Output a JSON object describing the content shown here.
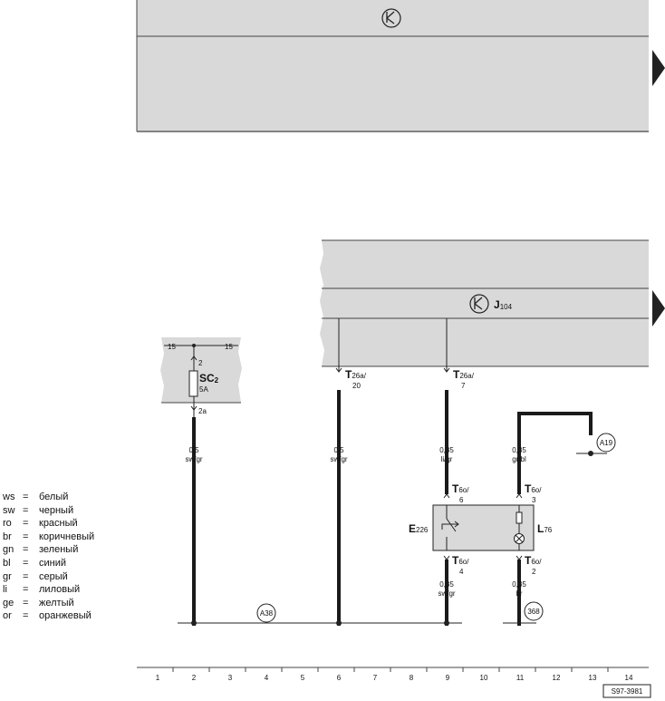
{
  "colors": {
    "panel": "#d9d9d9",
    "wire": "#1a1a1a",
    "line": "#444444"
  },
  "upper_unit": {
    "icon": "instrument-cluster-icon"
  },
  "lower_unit": {
    "icon": "instrument-cluster-icon",
    "label": "J",
    "label_sub": "104"
  },
  "fuse": {
    "bus_left": "15",
    "bus_right": "15",
    "pin_top": "2",
    "name": "SC",
    "name_sub": "2",
    "rating": "5A",
    "pin_bottom": "2a"
  },
  "connectors": [
    {
      "id": "t26a-20",
      "main": "T",
      "sub": "26a/",
      "pin": "20"
    },
    {
      "id": "t26a-7",
      "main": "T",
      "sub": "26a/",
      "pin": "7"
    },
    {
      "id": "t6o-6",
      "main": "T",
      "sub": "6o/",
      "pin": "6"
    },
    {
      "id": "t6o-3",
      "main": "T",
      "sub": "6o/",
      "pin": "3"
    },
    {
      "id": "t6o-4",
      "main": "T",
      "sub": "6o/",
      "pin": "4"
    },
    {
      "id": "t6o-2",
      "main": "T",
      "sub": "6o/",
      "pin": "2"
    }
  ],
  "wires": [
    {
      "id": "w1",
      "size": "0,5",
      "color": "sw/gr"
    },
    {
      "id": "w2",
      "size": "0,5",
      "color": "sw/gr"
    },
    {
      "id": "w3",
      "size": "0,35",
      "color": "li/gr"
    },
    {
      "id": "w4",
      "size": "0,35",
      "color": "gr/bl"
    },
    {
      "id": "w5",
      "size": "0,35",
      "color": "sw/gr"
    },
    {
      "id": "w6",
      "size": "0,35",
      "color": "br"
    }
  ],
  "components": {
    "e226": {
      "main": "E",
      "sub": "226"
    },
    "l76": {
      "main": "L",
      "sub": "76"
    }
  },
  "points": {
    "a38": "A38",
    "a19": "A19",
    "p368": "368"
  },
  "legend": [
    {
      "code": "ws",
      "eq": "=",
      "text": "белый"
    },
    {
      "code": "sw",
      "eq": "=",
      "text": "черный"
    },
    {
      "code": "ro",
      "eq": "=",
      "text": "красный"
    },
    {
      "code": "br",
      "eq": "=",
      "text": "коричневый"
    },
    {
      "code": "gn",
      "eq": "=",
      "text": "зеленый"
    },
    {
      "code": "bl",
      "eq": "=",
      "text": "синий"
    },
    {
      "code": "gr",
      "eq": "=",
      "text": "серый"
    },
    {
      "code": "li",
      "eq": "=",
      "text": "лиловый"
    },
    {
      "code": "ge",
      "eq": "=",
      "text": "желтый"
    },
    {
      "code": "or",
      "eq": "=",
      "text": "оранжевый"
    }
  ],
  "ruler": [
    "1",
    "2",
    "3",
    "4",
    "5",
    "6",
    "7",
    "8",
    "9",
    "10",
    "11",
    "12",
    "13",
    "14"
  ],
  "doc_ref": "S97-3981"
}
